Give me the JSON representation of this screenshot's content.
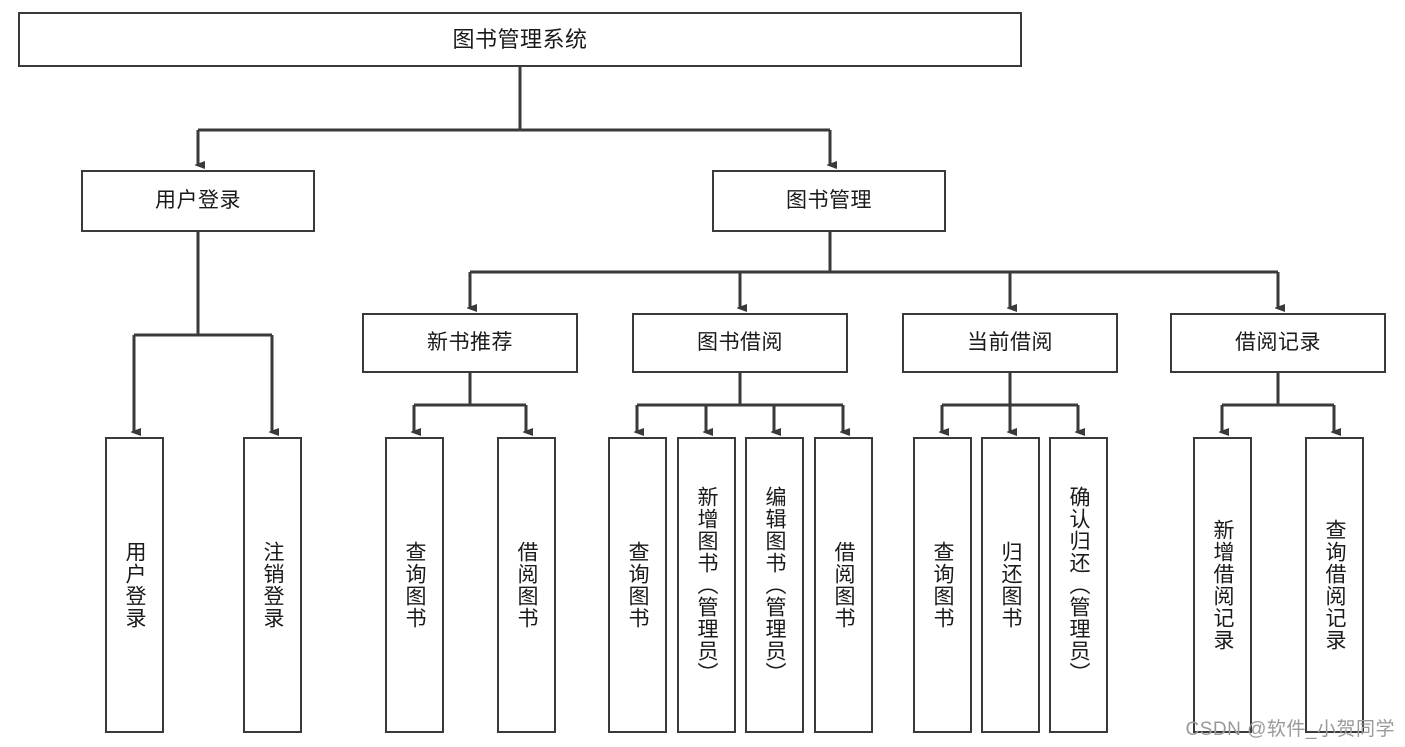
{
  "diagram": {
    "title": "图书管理系统",
    "watermark": "CSDN @软件_小贺同学",
    "line_color": "#3a3a3a",
    "box_fill": "#ffffff",
    "text_color": "#1a1a1a",
    "levels": {
      "root": {
        "label": "图书管理系统"
      },
      "level2": [
        {
          "label": "用户登录"
        },
        {
          "label": "图书管理"
        }
      ],
      "level3": [
        {
          "label": "新书推荐"
        },
        {
          "label": "图书借阅"
        },
        {
          "label": "当前借阅"
        },
        {
          "label": "借阅记录"
        }
      ],
      "leaves": {
        "user_login": [
          {
            "label": "用户登录"
          },
          {
            "label": "注销登录"
          }
        ],
        "new_book_recommend": [
          {
            "label": "查询图书"
          },
          {
            "label": "借阅图书"
          }
        ],
        "book_borrow": [
          {
            "label": "查询图书"
          },
          {
            "label": "新增图书（管理员）"
          },
          {
            "label": "编辑图书（管理员）"
          },
          {
            "label": "借阅图书"
          }
        ],
        "current_borrow": [
          {
            "label": "查询图书"
          },
          {
            "label": "归还图书"
          },
          {
            "label": "确认归还（管理员）"
          }
        ],
        "borrow_record": [
          {
            "label": "新增借阅记录"
          },
          {
            "label": "查询借阅记录"
          }
        ]
      }
    }
  }
}
